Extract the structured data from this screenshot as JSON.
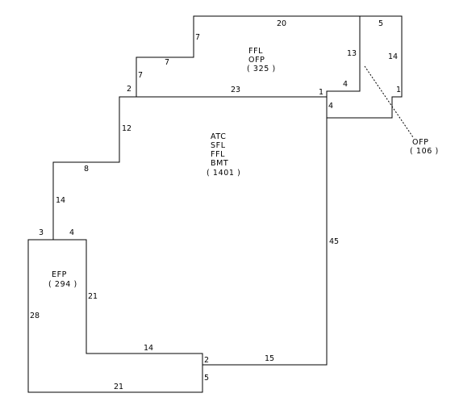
{
  "areas": {
    "upper": {
      "lines": [
        "FFL",
        "OFP"
      ],
      "value": "( 325 )"
    },
    "main": {
      "lines": [
        "ATC",
        "SFL",
        "FFL",
        "BMT"
      ],
      "value": "( 1401 )"
    },
    "lower_left": {
      "lines": [
        "EFP"
      ],
      "value": "( 294 )"
    },
    "porch": {
      "lines": [
        "OFP"
      ],
      "value": "( 106 )"
    }
  },
  "dimensions": {
    "top_20": "20",
    "top_right_5": "5",
    "upper_right_13": "13",
    "far_right_14": "14",
    "step_7_vertical_upper": "7",
    "step_7_horizontal": "7",
    "step_7_vertical_lower": "7",
    "step_2": "2",
    "mid_23": "23",
    "mid_1_left": "1",
    "mid_4": "4",
    "right_1": "1",
    "right_4": "4",
    "left_12": "12",
    "left_8": "8",
    "left_14": "14",
    "left_3": "3",
    "left_4": "4",
    "right_45": "45",
    "efp_21_vertical": "21",
    "efp_28": "28",
    "bottom_14": "14",
    "bottom_2": "2",
    "bottom_15": "15",
    "bottom_5": "5",
    "bottom_21": "21"
  }
}
